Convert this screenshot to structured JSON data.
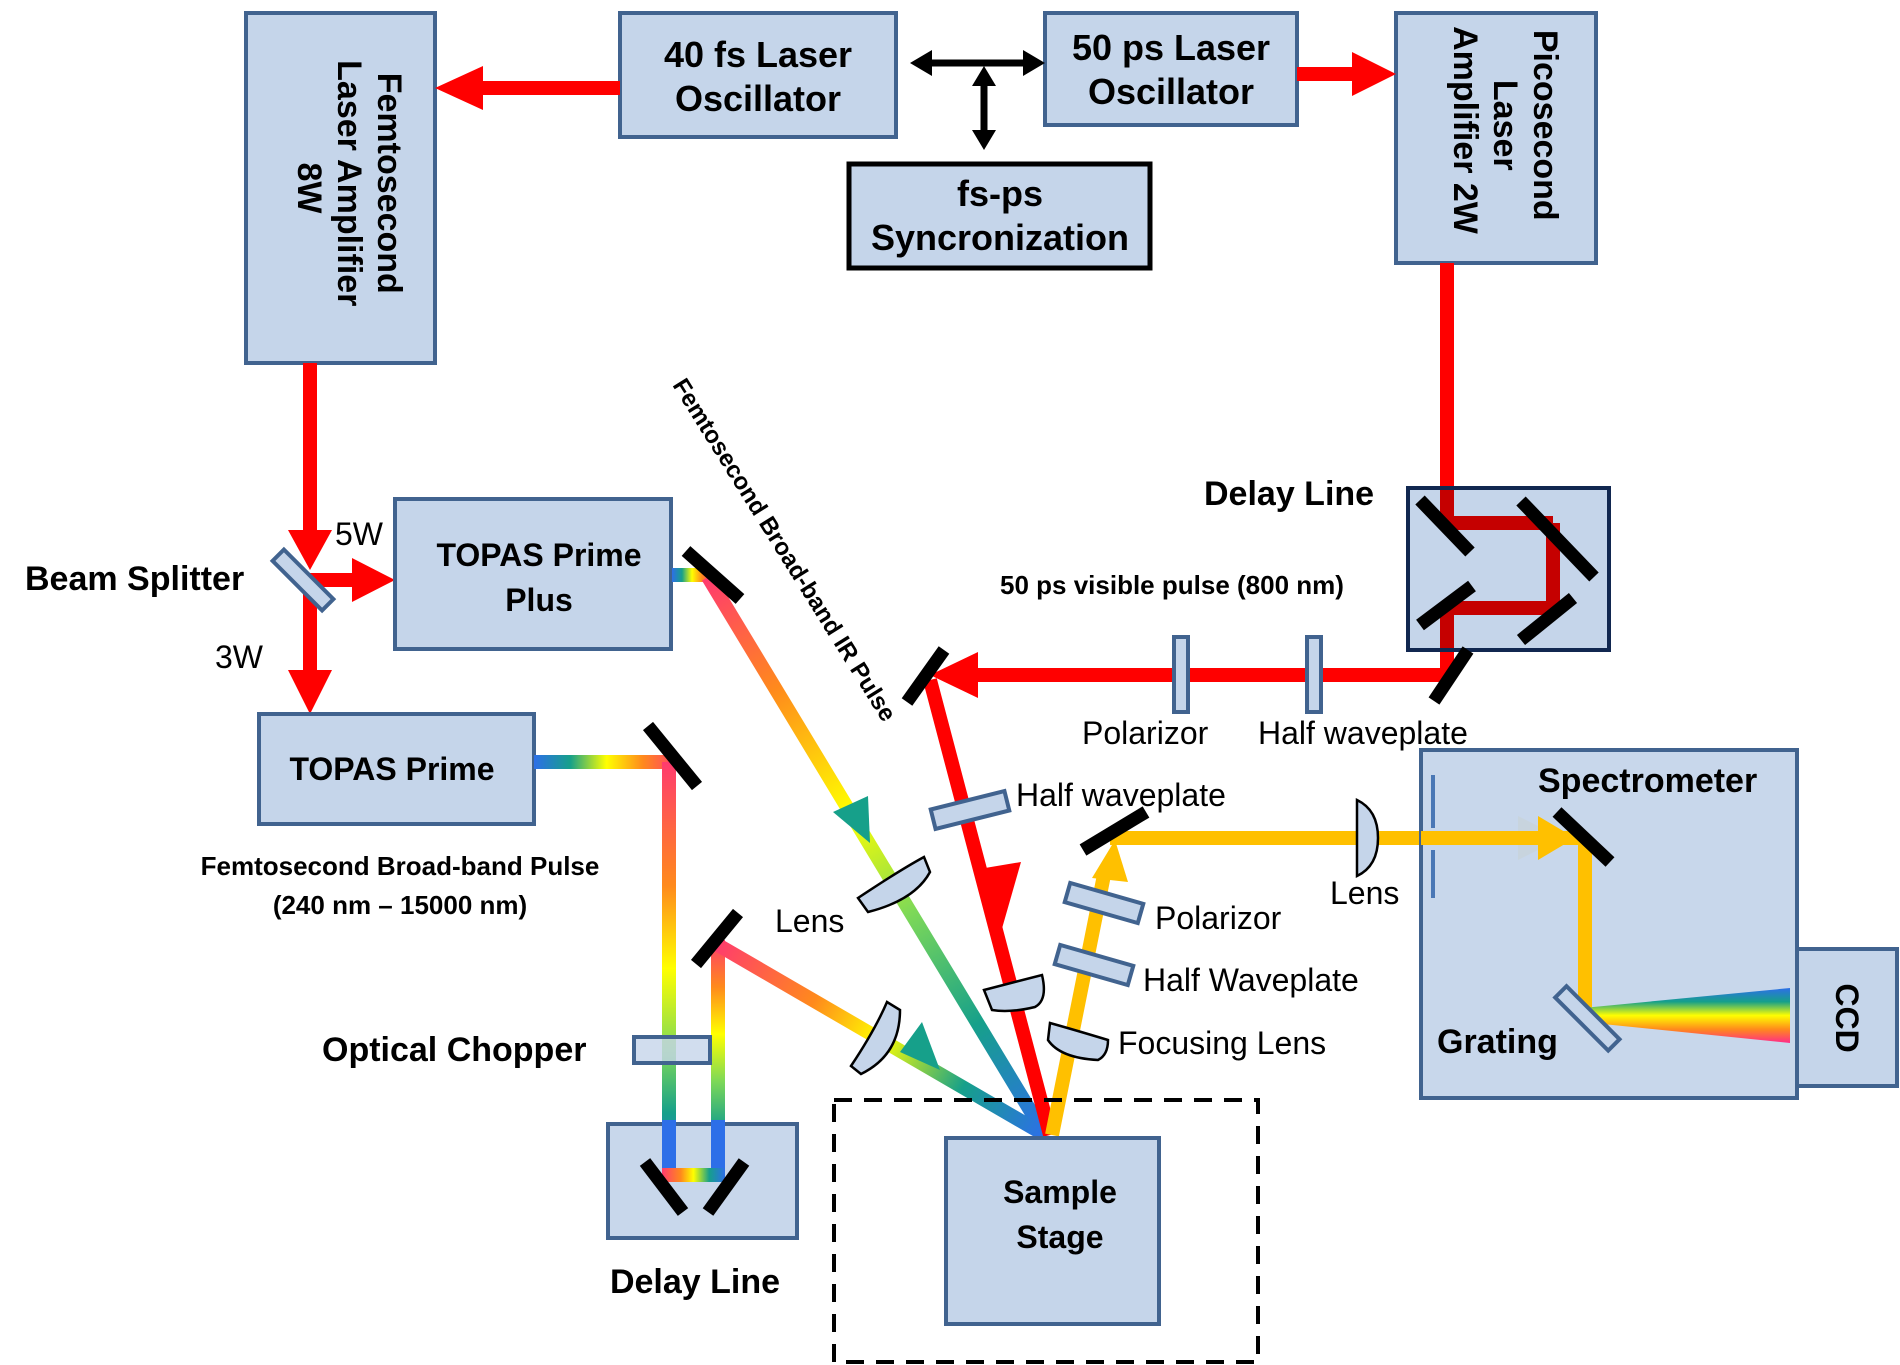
{
  "title": "Femtosecond/picosecond broadband sum-frequency spectroscopy setup",
  "colors": {
    "box_fill": "#C5D5EA",
    "box_border": "#41638F",
    "picosecond_beam": "#FF0000",
    "signal_beam": "#FFC000",
    "mirror": "#000000"
  },
  "components": {
    "fs_oscillator": "40 fs Laser\nOscillator",
    "fs_oscillator_line1": "40 fs Laser",
    "fs_oscillator_line2": "Oscillator",
    "ps_oscillator_line1": "50  ps Laser",
    "ps_oscillator_line2": "Oscillator",
    "sync_line1": "fs-ps",
    "sync_line2": "Syncronization",
    "fs_amp_line1": "Femtosecond",
    "fs_amp_line2": "Laser Amplifier",
    "fs_amp_line3": "8W",
    "ps_amp_line1": "Picosecond",
    "ps_amp_line2": "Laser",
    "ps_amp_line3": "Amplifier 2W",
    "topas_plus_line1": "TOPAS Prime",
    "topas_plus_line2": "Plus",
    "topas_prime": "TOPAS Prime",
    "sample_line1": "Sample",
    "sample_line2": "Stage",
    "ccd": "CCD"
  },
  "labels": {
    "beam_splitter": "Beam Splitter",
    "power_5w": "5W",
    "power_3w": "3W",
    "delay_line_top": "Delay Line",
    "delay_line_bottom": "Delay Line",
    "visible_pulse": "50 ps visible pulse (800 nm)",
    "polarizor_top": "Polarizor",
    "half_waveplate_top": "Half waveplate",
    "half_waveplate_mid": "Half waveplate",
    "ir_pulse": "Femtosecond Broad-band IR Pulse",
    "broadband_pulse_line1": "Femtosecond Broad-band  Pulse",
    "broadband_pulse_line2": "(240 nm – 15000 nm)",
    "lens_upper": "Lens",
    "optical_chopper": "Optical Chopper",
    "polarizor_signal": "Polarizor",
    "half_waveplate_signal": "Half Waveplate",
    "focusing_lens": "Focusing Lens",
    "lens_spectrometer": "Lens",
    "spectrometer": "Spectrometer",
    "grating": "Grating"
  }
}
